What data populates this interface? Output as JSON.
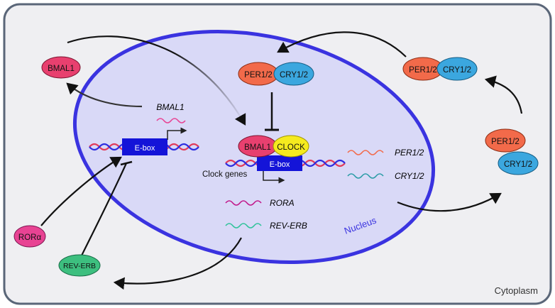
{
  "labels": {
    "bmal1_protein": "BMAL1",
    "bmal1_gene": "BMAL1",
    "ebox": "E-box",
    "per_cry_nucleus_per": "PER1/2",
    "per_cry_nucleus_cry": "CRY1/2",
    "per_cry_cyto_per": "PER1/2",
    "per_cry_cyto_cry": "CRY1/2",
    "per_right": "PER1/2",
    "cry_right": "CRY1/2",
    "complex_bmal": "BMAL1",
    "complex_clock": "CLOCK",
    "ebox_center": "E-box",
    "clock_genes": "Clock genes",
    "gene_per": "PER1/2",
    "gene_cry": "CRY1/2",
    "gene_rora": "RORA",
    "gene_reverb": "REV-ERB",
    "protein_rora": "RORα",
    "protein_reverb": "REV-ERB",
    "nucleus": "Nucleus",
    "cytoplasm": "Cytoplasm"
  },
  "colors": {
    "bmal1": "#e8406f",
    "per": "#f26a4a",
    "cry": "#3ba7df",
    "clock": "#f5ea1f",
    "ebox": "#1414d8",
    "nucleus_fill": "#d9d9f7",
    "nucleus_border": "#3a33e0",
    "rora": "#e84393",
    "reverb": "#3dbf7f"
  }
}
